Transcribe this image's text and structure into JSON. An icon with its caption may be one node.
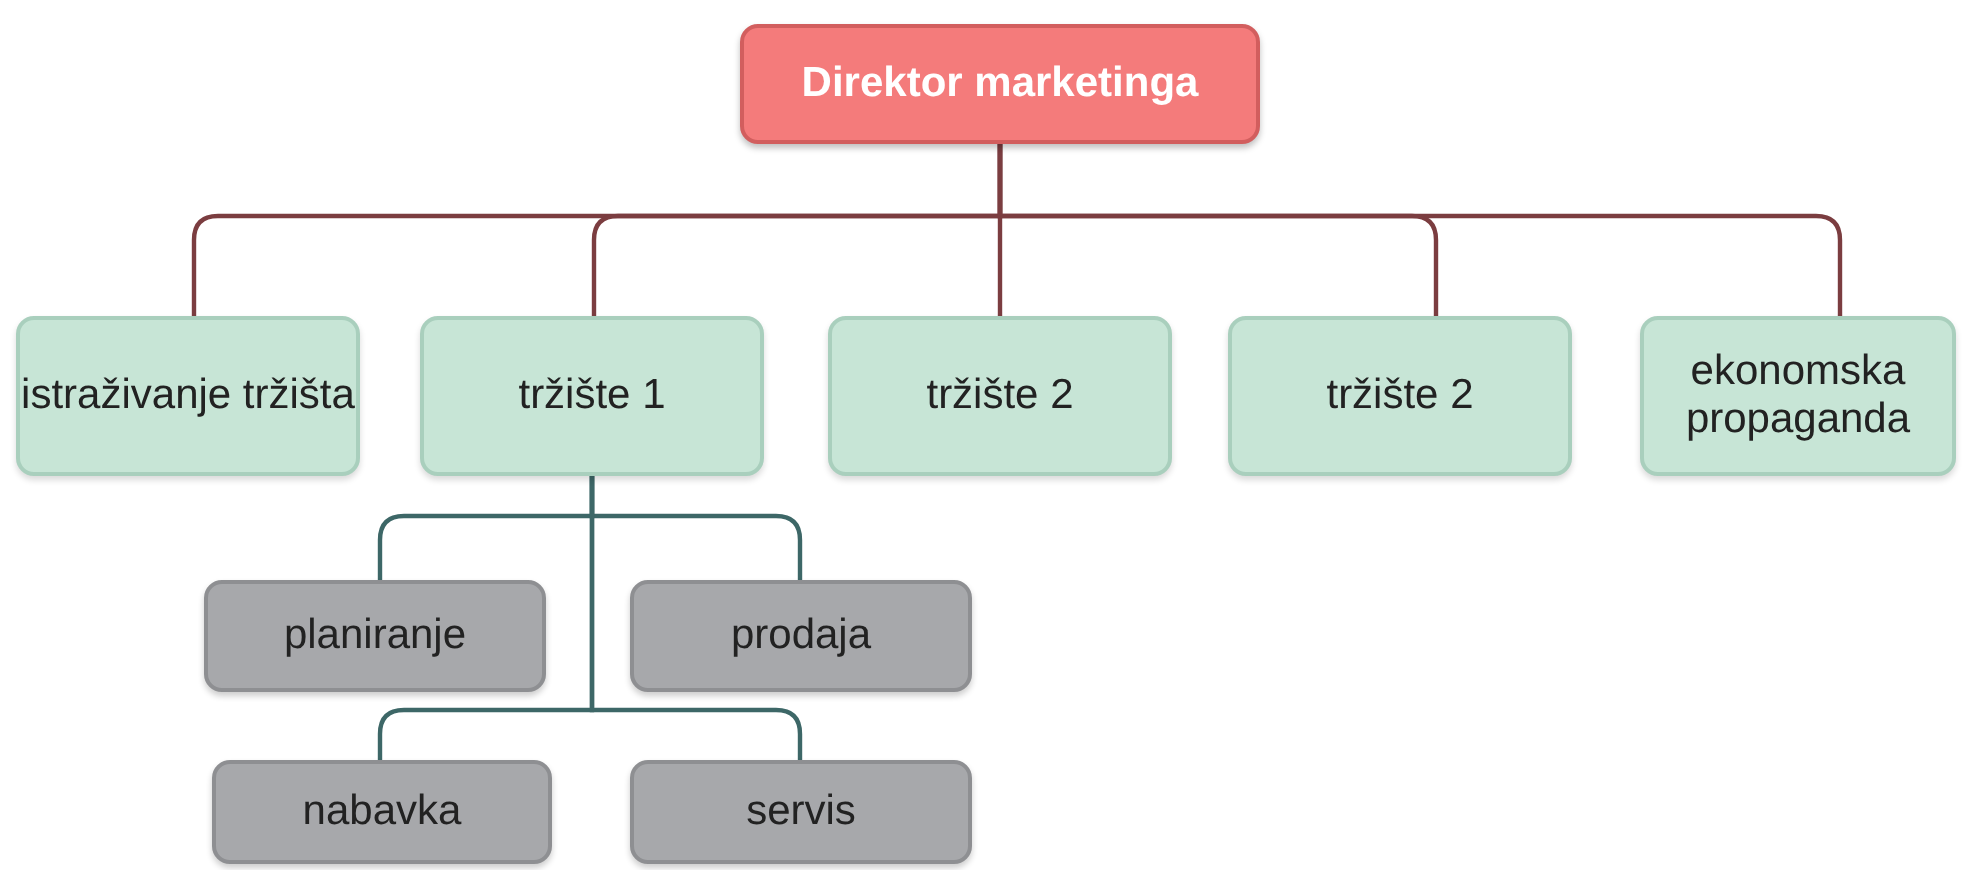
{
  "diagram": {
    "nodes": [
      {
        "text": [
          "Direktor marketinga"
        ]
      },
      {
        "text": [
          "istraživanje tržišta"
        ]
      },
      {
        "text": [
          "tržište 1"
        ]
      },
      {
        "text": [
          "tržište 2"
        ]
      },
      {
        "text": [
          "tržište 2"
        ]
      },
      {
        "text": [
          "ekonomska propaganda"
        ]
      },
      {
        "text": [
          "planiranje"
        ]
      },
      {
        "text": [
          "prodaja"
        ]
      },
      {
        "text": [
          "nabavka"
        ]
      },
      {
        "text": [
          "servis"
        ]
      }
    ],
    "edges": [
      {
        "from": 0,
        "to": 1,
        "arrow": "none"
      },
      {
        "from": 0,
        "to": 2,
        "arrow": "none"
      },
      {
        "from": 0,
        "to": 3,
        "arrow": "none"
      },
      {
        "from": 0,
        "to": 4,
        "arrow": "none"
      },
      {
        "from": 0,
        "to": 5,
        "arrow": "none"
      },
      {
        "from": 2,
        "to": 6,
        "arrow": "none",
        "color": "#3d6767"
      },
      {
        "from": 2,
        "to": 7,
        "arrow": "none",
        "color": "#3d6767"
      },
      {
        "from": 2,
        "to": 8,
        "arrow": "none",
        "color": "#3d6767"
      },
      {
        "from": 2,
        "to": 9,
        "arrow": "none",
        "color": "#3d6767"
      }
    ]
  }
}
